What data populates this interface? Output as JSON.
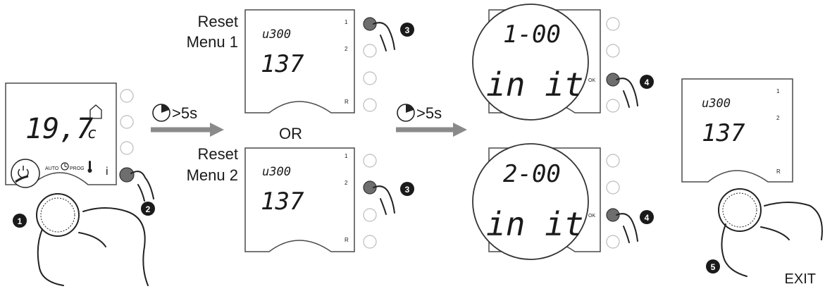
{
  "labels": {
    "reset_menu_1_line1": "Reset",
    "reset_menu_1_line2": "Menu 1",
    "reset_menu_2_line1": "Reset",
    "reset_menu_2_line2": "Menu 2",
    "or": "OR",
    "exit": "EXIT"
  },
  "timers": {
    "first": ">5s",
    "second": ">5s"
  },
  "display_main": {
    "temperature": "19,7",
    "unit": "c",
    "mode_auto": "AUTO",
    "mode_prog": "PROG",
    "info": "i"
  },
  "display_menu1": {
    "code": "u300",
    "value": "137",
    "side_1": "1",
    "side_2": "2",
    "side_r": "R"
  },
  "display_menu2": {
    "code": "u300",
    "value": "137",
    "side_1": "1",
    "side_2": "2",
    "side_r": "R"
  },
  "zoom_1": {
    "code": "1-00",
    "word": "in it",
    "ok": "OK"
  },
  "zoom_2": {
    "code": "2-00",
    "word": "in it",
    "ok": "OK"
  },
  "display_exit": {
    "code": "u300",
    "value": "137",
    "side_1": "1",
    "side_2": "2",
    "side_r": "R"
  },
  "steps": [
    "1",
    "2",
    "3",
    "3",
    "4",
    "4",
    "5"
  ],
  "colors": {
    "arrow": "#8a8a8a",
    "outline": "#4a4a4a",
    "button_pressed": "#6e6e6e",
    "badge": "#1a1a1a"
  }
}
